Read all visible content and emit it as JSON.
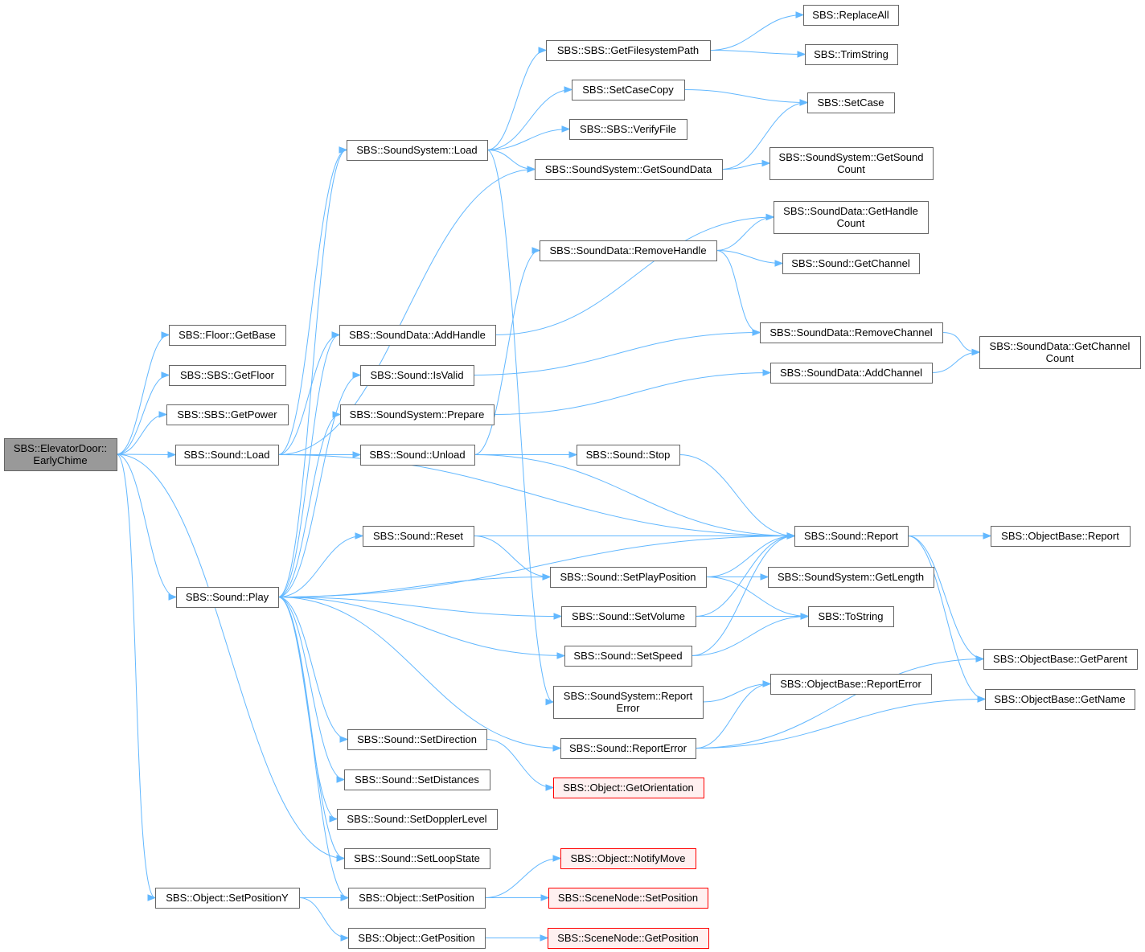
{
  "colors": {
    "edge": "#63b8ff",
    "root_fill": "#999999",
    "node_border": "#666666",
    "missing_border": "#ff0000",
    "missing_fill": "#fff0f0"
  },
  "nodes": {
    "earlychime": {
      "lines": [
        "SBS::ElevatorDoor::",
        "EarlyChime"
      ],
      "style": "root"
    },
    "floor_getbase": {
      "lines": [
        "SBS::Floor::GetBase"
      ]
    },
    "sbs_getfloor": {
      "lines": [
        "SBS::SBS::GetFloor"
      ]
    },
    "sbs_getpower": {
      "lines": [
        "SBS::SBS::GetPower"
      ]
    },
    "sound_load": {
      "lines": [
        "SBS::Sound::Load"
      ]
    },
    "sound_play": {
      "lines": [
        "SBS::Sound::Play"
      ]
    },
    "obj_setposy": {
      "lines": [
        "SBS::Object::SetPositionY"
      ]
    },
    "ss_load": {
      "lines": [
        "SBS::SoundSystem::Load"
      ]
    },
    "sd_addhandle": {
      "lines": [
        "SBS::SoundData::AddHandle"
      ]
    },
    "sound_isvalid": {
      "lines": [
        "SBS::Sound::IsValid"
      ]
    },
    "ss_prepare": {
      "lines": [
        "SBS::SoundSystem::Prepare"
      ]
    },
    "sound_unload": {
      "lines": [
        "SBS::Sound::Unload"
      ]
    },
    "sound_reset": {
      "lines": [
        "SBS::Sound::Reset"
      ]
    },
    "sound_setdir": {
      "lines": [
        "SBS::Sound::SetDirection"
      ]
    },
    "sound_setdist": {
      "lines": [
        "SBS::Sound::SetDistances"
      ]
    },
    "sound_setdoppler": {
      "lines": [
        "SBS::Sound::SetDopplerLevel"
      ]
    },
    "sound_setloop": {
      "lines": [
        "SBS::Sound::SetLoopState"
      ]
    },
    "obj_setpos": {
      "lines": [
        "SBS::Object::SetPosition"
      ]
    },
    "obj_getpos": {
      "lines": [
        "SBS::Object::GetPosition"
      ]
    },
    "sbs_getfspath": {
      "lines": [
        "SBS::SBS::GetFilesystemPath"
      ]
    },
    "setcasecopy": {
      "lines": [
        "SBS::SetCaseCopy"
      ]
    },
    "sbs_verifyfile": {
      "lines": [
        "SBS::SBS::VerifyFile"
      ]
    },
    "ss_getsounddata": {
      "lines": [
        "SBS::SoundSystem::GetSoundData"
      ]
    },
    "sd_removehandle": {
      "lines": [
        "SBS::SoundData::RemoveHandle"
      ]
    },
    "sound_stop": {
      "lines": [
        "SBS::Sound::Stop"
      ]
    },
    "sound_setplaypos": {
      "lines": [
        "SBS::Sound::SetPlayPosition"
      ]
    },
    "sound_setvolume": {
      "lines": [
        "SBS::Sound::SetVolume"
      ]
    },
    "sound_setspeed": {
      "lines": [
        "SBS::Sound::SetSpeed"
      ]
    },
    "ss_reporterror": {
      "lines": [
        "SBS::SoundSystem::Report",
        "Error"
      ]
    },
    "sound_reporterror": {
      "lines": [
        "SBS::Sound::ReportError"
      ]
    },
    "obj_getorient": {
      "lines": [
        "SBS::Object::GetOrientation"
      ],
      "style": "red"
    },
    "obj_notifymove": {
      "lines": [
        "SBS::Object::NotifyMove"
      ],
      "style": "red"
    },
    "sn_setpos": {
      "lines": [
        "SBS::SceneNode::SetPosition"
      ],
      "style": "red"
    },
    "sn_getpos": {
      "lines": [
        "SBS::SceneNode::GetPosition"
      ],
      "style": "red"
    },
    "replaceall": {
      "lines": [
        "SBS::ReplaceAll"
      ]
    },
    "trimstring": {
      "lines": [
        "SBS::TrimString"
      ]
    },
    "setcase": {
      "lines": [
        "SBS::SetCase"
      ]
    },
    "ss_getsoundcount": {
      "lines": [
        "SBS::SoundSystem::GetSound",
        "Count"
      ]
    },
    "sd_gethandlecount": {
      "lines": [
        "SBS::SoundData::GetHandle",
        "Count"
      ]
    },
    "sound_getchannel": {
      "lines": [
        "SBS::Sound::GetChannel"
      ]
    },
    "sd_removechannel": {
      "lines": [
        "SBS::SoundData::RemoveChannel"
      ]
    },
    "sd_addchannel": {
      "lines": [
        "SBS::SoundData::AddChannel"
      ]
    },
    "sound_report": {
      "lines": [
        "SBS::Sound::Report"
      ]
    },
    "ss_getlength": {
      "lines": [
        "SBS::SoundSystem::GetLength"
      ]
    },
    "tostring": {
      "lines": [
        "SBS::ToString"
      ]
    },
    "ob_reporterror": {
      "lines": [
        "SBS::ObjectBase::ReportError"
      ]
    },
    "sd_getchannelcount": {
      "lines": [
        "SBS::SoundData::GetChannel",
        "Count"
      ]
    },
    "ob_report": {
      "lines": [
        "SBS::ObjectBase::Report"
      ]
    },
    "ob_getparent": {
      "lines": [
        "SBS::ObjectBase::GetParent"
      ]
    },
    "ob_getname": {
      "lines": [
        "SBS::ObjectBase::GetName"
      ]
    }
  },
  "edges": [
    [
      "earlychime",
      "floor_getbase"
    ],
    [
      "earlychime",
      "sbs_getfloor"
    ],
    [
      "earlychime",
      "sbs_getpower"
    ],
    [
      "earlychime",
      "sound_load"
    ],
    [
      "earlychime",
      "sound_play"
    ],
    [
      "earlychime",
      "sound_setloop"
    ],
    [
      "earlychime",
      "obj_setposy"
    ],
    [
      "sound_load",
      "ss_load"
    ],
    [
      "sound_load",
      "ss_getsounddata"
    ],
    [
      "sound_load",
      "sd_addhandle"
    ],
    [
      "sound_load",
      "sound_unload"
    ],
    [
      "sound_load",
      "sound_report"
    ],
    [
      "sound_play",
      "ss_load"
    ],
    [
      "sound_play",
      "sd_addhandle"
    ],
    [
      "sound_play",
      "sound_isvalid"
    ],
    [
      "sound_play",
      "ss_prepare"
    ],
    [
      "sound_play",
      "sound_reset"
    ],
    [
      "sound_play",
      "sound_setplaypos"
    ],
    [
      "sound_play",
      "sound_setvolume"
    ],
    [
      "sound_play",
      "sound_setspeed"
    ],
    [
      "sound_play",
      "sound_reporterror"
    ],
    [
      "sound_play",
      "sound_setdir"
    ],
    [
      "sound_play",
      "sound_setdist"
    ],
    [
      "sound_play",
      "sound_setdoppler"
    ],
    [
      "sound_play",
      "sound_setloop"
    ],
    [
      "sound_play",
      "obj_setpos"
    ],
    [
      "sound_play",
      "sound_report"
    ],
    [
      "obj_setposy",
      "obj_setpos"
    ],
    [
      "obj_setposy",
      "obj_getpos"
    ],
    [
      "ss_load",
      "sbs_getfspath"
    ],
    [
      "ss_load",
      "setcasecopy"
    ],
    [
      "ss_load",
      "sbs_verifyfile"
    ],
    [
      "ss_load",
      "ss_getsounddata"
    ],
    [
      "ss_load",
      "ss_reporterror"
    ],
    [
      "sd_addhandle",
      "sd_gethandlecount"
    ],
    [
      "sound_isvalid",
      "sd_removechannel"
    ],
    [
      "ss_prepare",
      "sd_addchannel"
    ],
    [
      "sound_unload",
      "sd_removehandle"
    ],
    [
      "sound_unload",
      "sound_stop"
    ],
    [
      "sound_unload",
      "sound_report"
    ],
    [
      "sound_reset",
      "sound_setplaypos"
    ],
    [
      "sound_reset",
      "sound_report"
    ],
    [
      "sound_setdir",
      "obj_getorient"
    ],
    [
      "obj_setpos",
      "obj_notifymove"
    ],
    [
      "obj_setpos",
      "sn_setpos"
    ],
    [
      "obj_getpos",
      "sn_getpos"
    ],
    [
      "sbs_getfspath",
      "replaceall"
    ],
    [
      "sbs_getfspath",
      "trimstring"
    ],
    [
      "setcasecopy",
      "setcase"
    ],
    [
      "ss_getsounddata",
      "ss_getsoundcount"
    ],
    [
      "ss_getsounddata",
      "setcase"
    ],
    [
      "sd_removehandle",
      "sd_gethandlecount"
    ],
    [
      "sd_removehandle",
      "sound_getchannel"
    ],
    [
      "sd_removehandle",
      "sd_removechannel"
    ],
    [
      "sound_stop",
      "sound_report"
    ],
    [
      "sound_setplaypos",
      "sound_report"
    ],
    [
      "sound_setplaypos",
      "ss_getlength"
    ],
    [
      "sound_setplaypos",
      "tostring"
    ],
    [
      "sound_setvolume",
      "sound_report"
    ],
    [
      "sound_setvolume",
      "tostring"
    ],
    [
      "sound_setspeed",
      "sound_report"
    ],
    [
      "sound_setspeed",
      "tostring"
    ],
    [
      "ss_reporterror",
      "ob_reporterror"
    ],
    [
      "sound_reporterror",
      "ob_reporterror"
    ],
    [
      "sound_reporterror",
      "ob_getparent"
    ],
    [
      "sound_reporterror",
      "ob_getname"
    ],
    [
      "sd_removechannel",
      "sd_getchannelcount"
    ],
    [
      "sd_addchannel",
      "sd_getchannelcount"
    ],
    [
      "sound_report",
      "ob_report"
    ],
    [
      "sound_report",
      "ob_getparent"
    ],
    [
      "sound_report",
      "ob_getname"
    ]
  ]
}
